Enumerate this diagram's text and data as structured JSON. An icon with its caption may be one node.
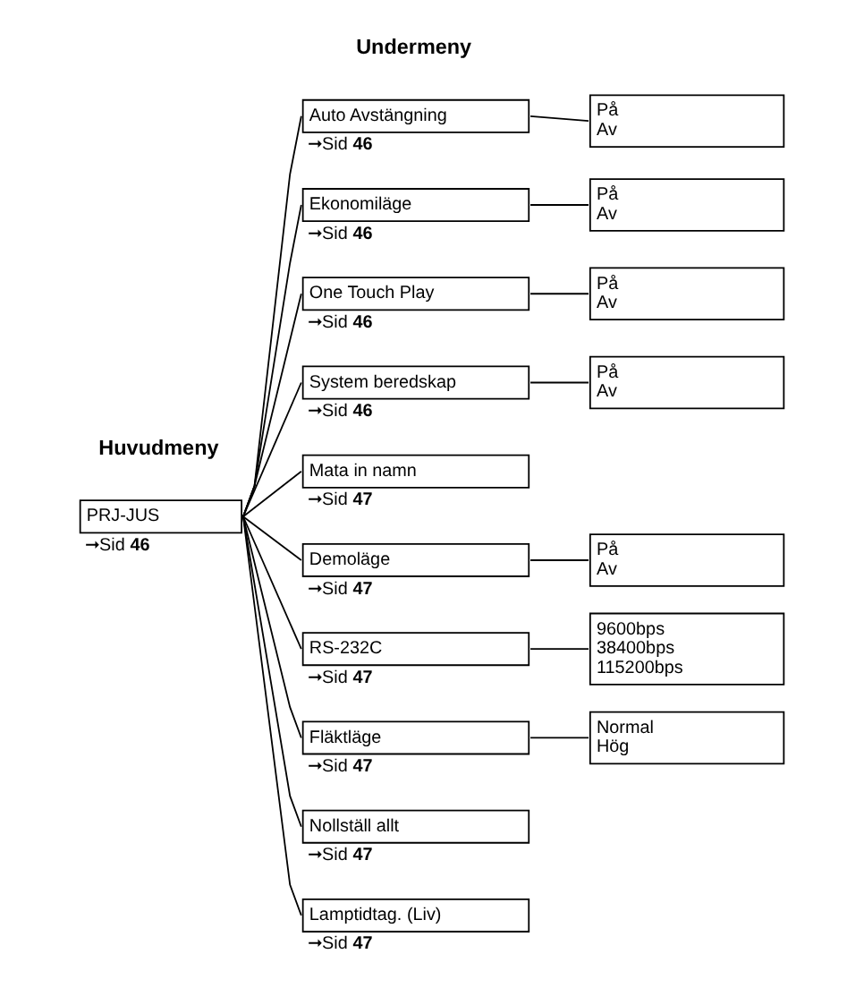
{
  "diagram": {
    "nodes": [
      {
        "text": [
          "PRJ-JUS"
        ],
        "beside": [
          "➞Sid **46**"
        ]
      },
      {
        "text": [
          "Auto Avstängning"
        ],
        "beside": [
          "➞Sid **46**"
        ]
      },
      {
        "text": [
          "På",
          "Av"
        ]
      },
      {
        "text": [
          "Ekonomiläge"
        ],
        "beside": [
          "➞Sid **46**"
        ]
      },
      {
        "text": [
          "På",
          "Av"
        ]
      },
      {
        "text": [
          "One Touch Play"
        ],
        "beside": [
          "➞Sid **46**"
        ]
      },
      {
        "text": [
          "På",
          "Av"
        ]
      },
      {
        "text": [
          "System beredskap"
        ],
        "beside": [
          "➞Sid **46**"
        ]
      },
      {
        "text": [
          "På",
          "Av"
        ]
      },
      {
        "text": [
          "Mata in namn"
        ],
        "beside": [
          "➞Sid **47**"
        ]
      },
      {
        "text": [
          "Demoläge"
        ],
        "beside": [
          "➞Sid **47**"
        ]
      },
      {
        "text": [
          "På",
          "Av"
        ]
      },
      {
        "text": [
          "RS-232C"
        ],
        "beside": [
          "➞Sid **47**"
        ]
      },
      {
        "text": [
          "9600bps",
          "38400bps",
          "115200bps"
        ]
      },
      {
        "text": [
          "Fläktläge"
        ],
        "beside": [
          "➞Sid **47**"
        ]
      },
      {
        "text": [
          "Normal",
          "Hög"
        ]
      },
      {
        "text": [
          "Nollställ allt"
        ],
        "beside": [
          "➞Sid **47**"
        ]
      },
      {
        "text": [
          "Lamptidtag. (Liv)"
        ],
        "beside": [
          "➞Sid **47**"
        ]
      }
    ],
    "edges": [
      {
        "from": 0,
        "to": 1,
        "arrow": "none"
      },
      {
        "from": 0,
        "to": 3,
        "arrow": "none"
      },
      {
        "from": 0,
        "to": 5,
        "arrow": "none"
      },
      {
        "from": 0,
        "to": 7,
        "arrow": "none"
      },
      {
        "from": 0,
        "to": 9,
        "arrow": "none"
      },
      {
        "from": 0,
        "to": 10,
        "arrow": "none"
      },
      {
        "from": 0,
        "to": 12,
        "arrow": "none"
      },
      {
        "from": 0,
        "to": 14,
        "arrow": "none"
      },
      {
        "from": 0,
        "to": 16,
        "arrow": "none"
      },
      {
        "from": 0,
        "to": 17,
        "arrow": "none"
      },
      {
        "from": 1,
        "to": 2,
        "arrow": "none"
      },
      {
        "from": 3,
        "to": 4,
        "arrow": "none"
      },
      {
        "from": 5,
        "to": 6,
        "arrow": "none"
      },
      {
        "from": 7,
        "to": 8,
        "arrow": "none"
      },
      {
        "from": 10,
        "to": 11,
        "arrow": "none"
      },
      {
        "from": 12,
        "to": 13,
        "arrow": "none"
      },
      {
        "from": 14,
        "to": 15,
        "arrow": "none"
      }
    ],
    "labels": [
      "Huvudmeny",
      "Undermeny"
    ]
  }
}
